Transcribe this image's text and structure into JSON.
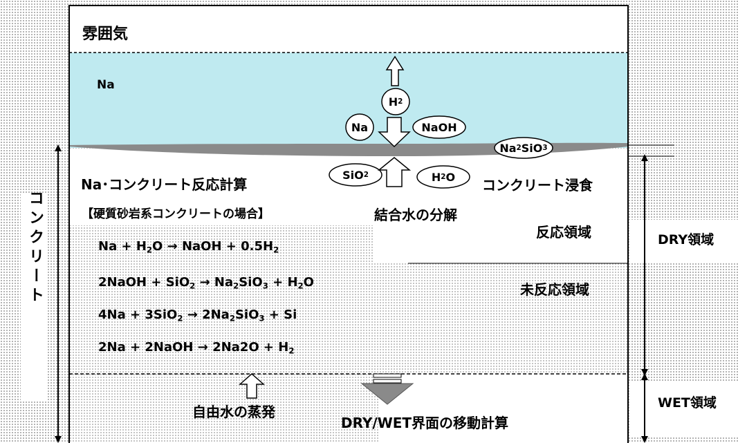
{
  "atmosphere": {
    "label": "雰囲気"
  },
  "sodium_pool": {
    "label": "Na"
  },
  "species": {
    "h2": [
      "H",
      "2",
      ""
    ],
    "na": [
      "Na",
      "",
      ""
    ],
    "naoh": [
      "NaOH",
      "",
      ""
    ],
    "na2sio3": [
      "Na",
      "2",
      "SiO",
      "3",
      ""
    ],
    "sio2": [
      "SiO",
      "2",
      ""
    ],
    "h2o": [
      "H",
      "2",
      "O"
    ]
  },
  "labels": {
    "reaction_calc": "Na･コンクリート反応計算",
    "concrete_erosion": "コンクリート浸食",
    "bound_water": "結合水の分解",
    "case_note": "【硬質砂岩系コンクリートの場合】",
    "reaction_zone": "反応領域",
    "unreacted_zone": "未反応領域",
    "free_water": "自由水の蒸発",
    "interface_calc": "DRY/WET界面の移動計算",
    "concrete": "コンクリート",
    "dry_zone": "DRY領域",
    "wet_zone": "WET領域"
  },
  "equations": [
    [
      "Na + H",
      "2",
      "O → NaOH + 0.5H",
      "2",
      ""
    ],
    [
      "2NaOH + SiO",
      "2",
      " → Na",
      "2",
      "SiO",
      "3",
      " + H",
      "2",
      "O"
    ],
    [
      "4Na + 3SiO",
      "2",
      " → 2Na",
      "2",
      "SiO",
      "3",
      " + Si"
    ],
    [
      "2Na + 2NaOH → 2Na2O + H",
      "2",
      ""
    ]
  ]
}
